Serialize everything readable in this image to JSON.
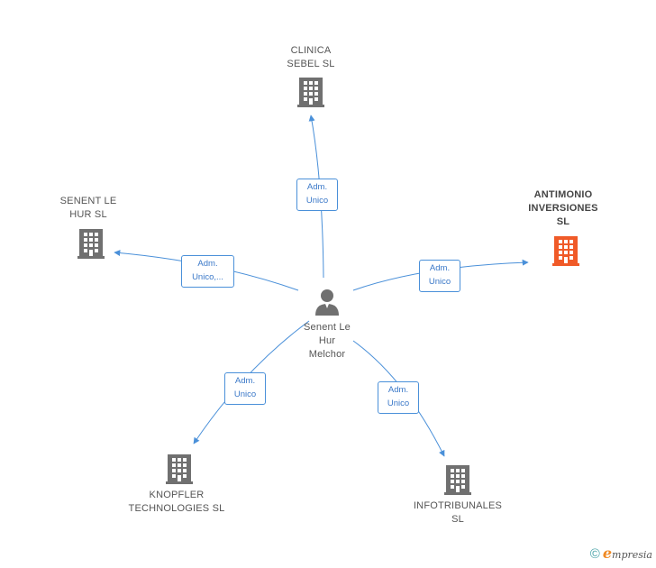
{
  "center": {
    "name": "Senent Le\nHur\nMelchor"
  },
  "companies": [
    {
      "id": "clinica",
      "name": "CLINICA\nSEBEL SL",
      "highlight": false
    },
    {
      "id": "antimonio",
      "name": "ANTIMONIO\nINVERSIONES\nSL",
      "highlight": true
    },
    {
      "id": "senent",
      "name": "SENENT LE\nHUR  SL",
      "highlight": false
    },
    {
      "id": "knopfler",
      "name": "KNOPFLER\nTECHNOLOGIES SL",
      "highlight": false
    },
    {
      "id": "infotribunales",
      "name": "INFOTRIBUNALES\nSL",
      "highlight": false
    }
  ],
  "edges": [
    {
      "to": "clinica",
      "label": "Adm.\nUnico"
    },
    {
      "to": "antimonio",
      "label": "Adm.\nUnico"
    },
    {
      "to": "senent",
      "label": "Adm.\nUnico,..."
    },
    {
      "to": "knopfler",
      "label": "Adm.\nUnico"
    },
    {
      "to": "infotribunales",
      "label": "Adm.\nUnico"
    }
  ],
  "colors": {
    "edge": "#4a90d9",
    "building": "#707070",
    "building_highlight": "#f05a28",
    "person": "#707070"
  },
  "footer": {
    "copyright": "©",
    "brand_initial": "e",
    "brand_rest": "mpresia"
  }
}
